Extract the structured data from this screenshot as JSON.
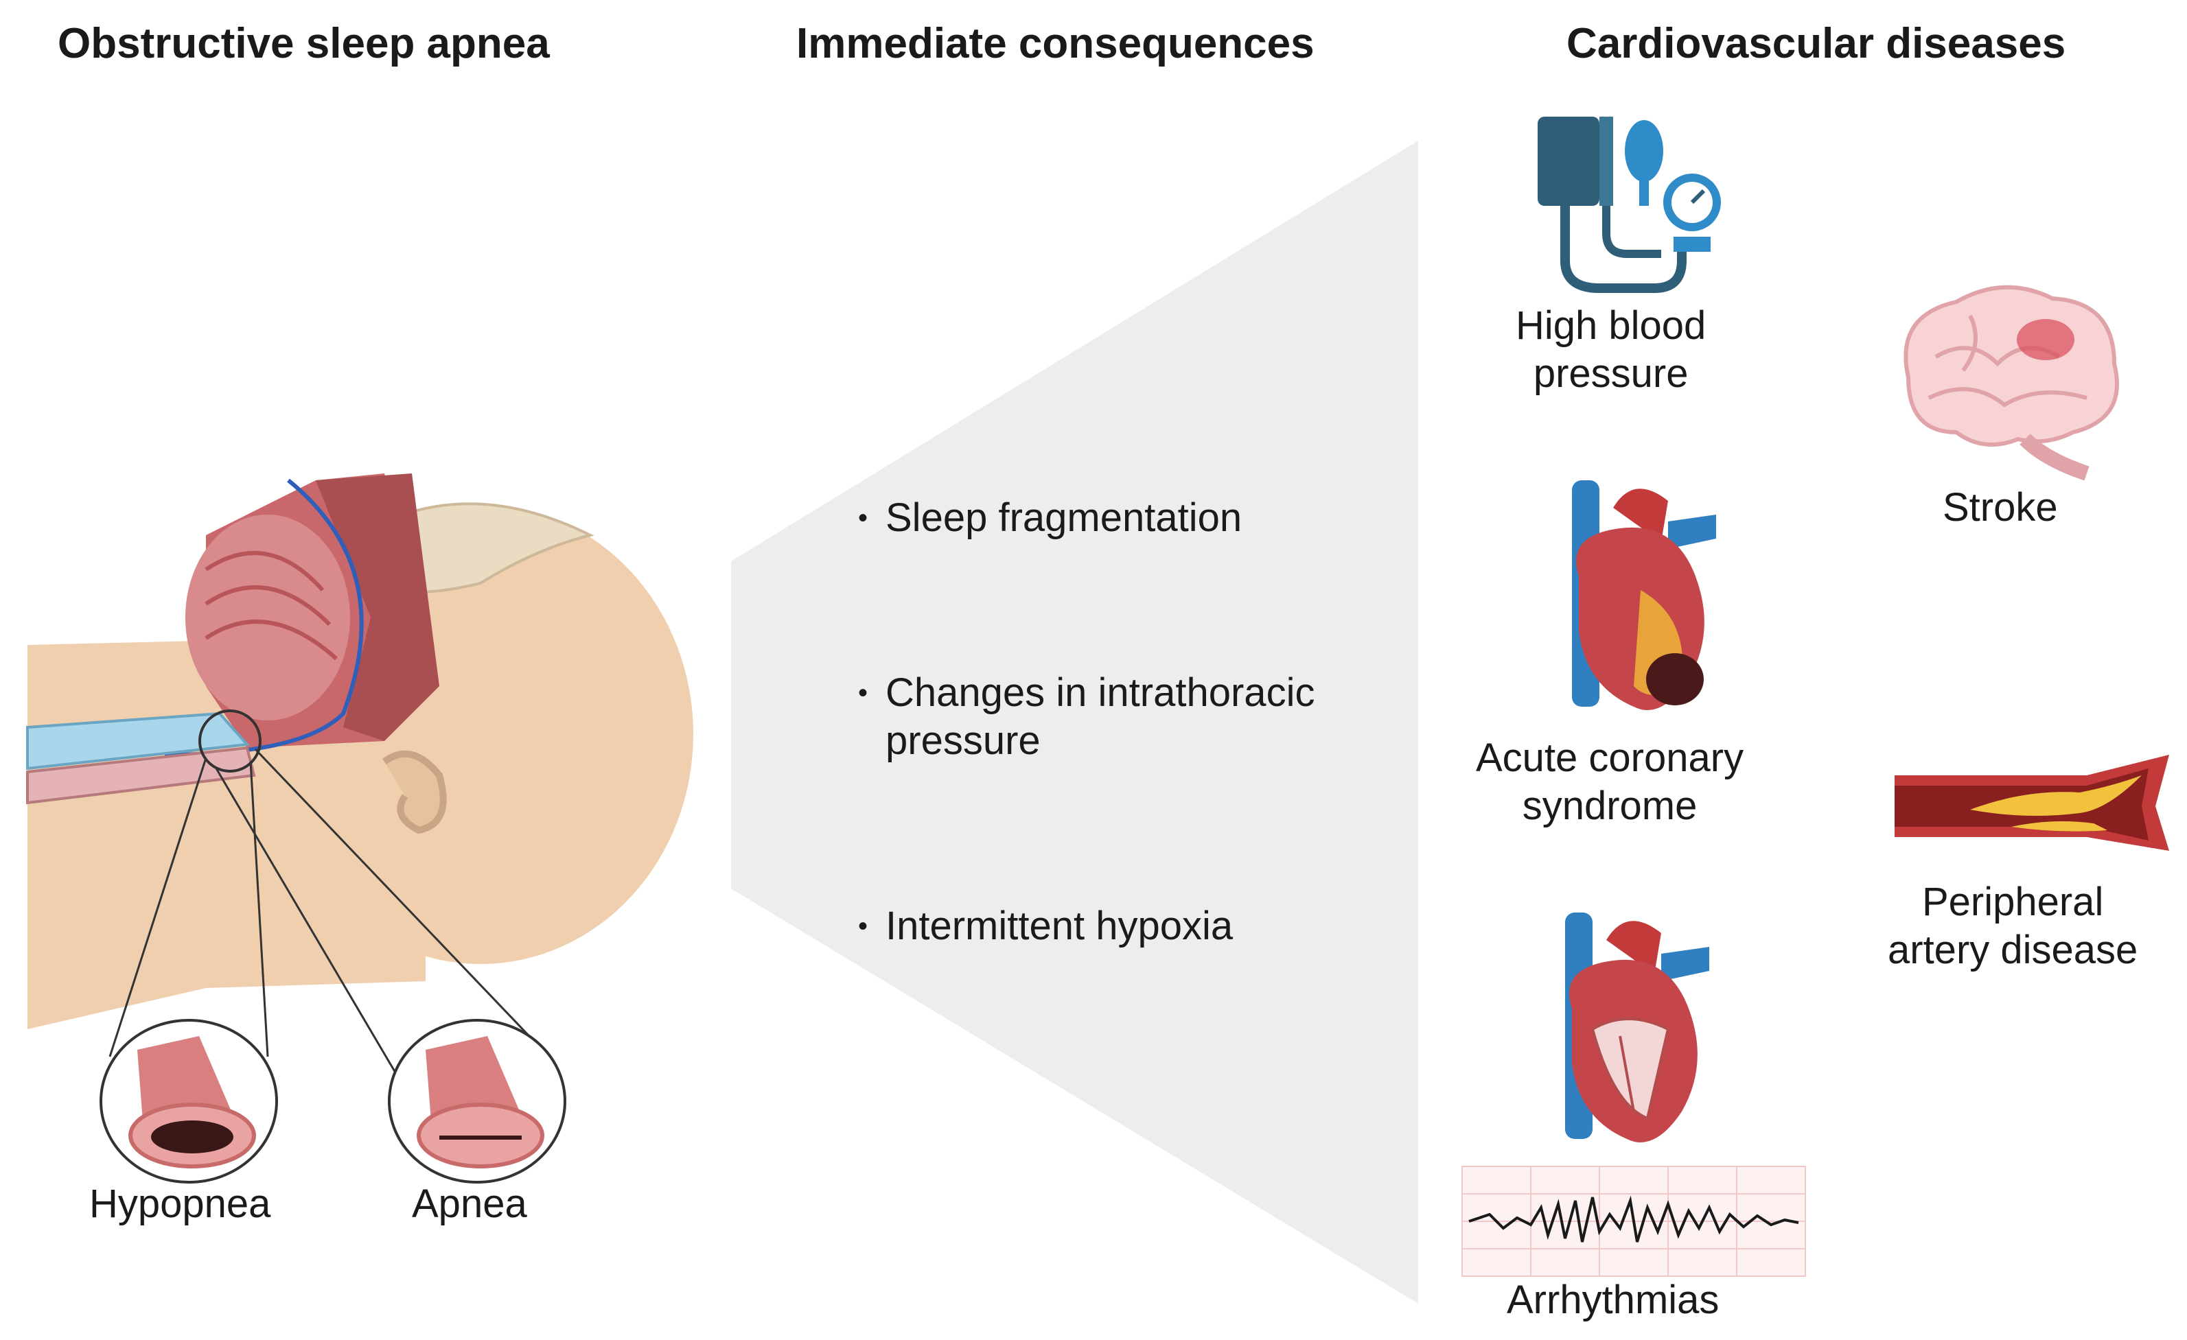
{
  "columns": {
    "osa": {
      "title": "Obstructive sleep apnea"
    },
    "consequences": {
      "title": "Immediate consequences"
    },
    "cvd": {
      "title": "Cardiovascular diseases"
    }
  },
  "osa_panel": {
    "inset_labels": [
      "Hypopnea",
      "Apnea"
    ]
  },
  "consequences_panel": {
    "items": [
      "Sleep fragmentation",
      "Changes in intrathoracic\npressure",
      "Intermittent hypoxia"
    ]
  },
  "cvd_panel": {
    "diseases": [
      {
        "label": "High blood\npressure",
        "icon": "blood-pressure-monitor-icon"
      },
      {
        "label": "Stroke",
        "icon": "brain-icon"
      },
      {
        "label": "Acute coronary\nsyndrome",
        "icon": "heart-infarct-icon"
      },
      {
        "label": "Peripheral\nartery disease",
        "icon": "artery-plaque-icon"
      },
      {
        "label": "Arrhythmias",
        "icon": "heart-ecg-icon"
      }
    ]
  },
  "colors": {
    "skin": "#f0cfae",
    "tissue": "#d9878a",
    "artery_red": "#c23a3a",
    "vein_blue": "#2f7fc1",
    "plaque": "#f2c23e",
    "cuff_dark": "#2f5f78",
    "band_gray": "#ededed"
  }
}
